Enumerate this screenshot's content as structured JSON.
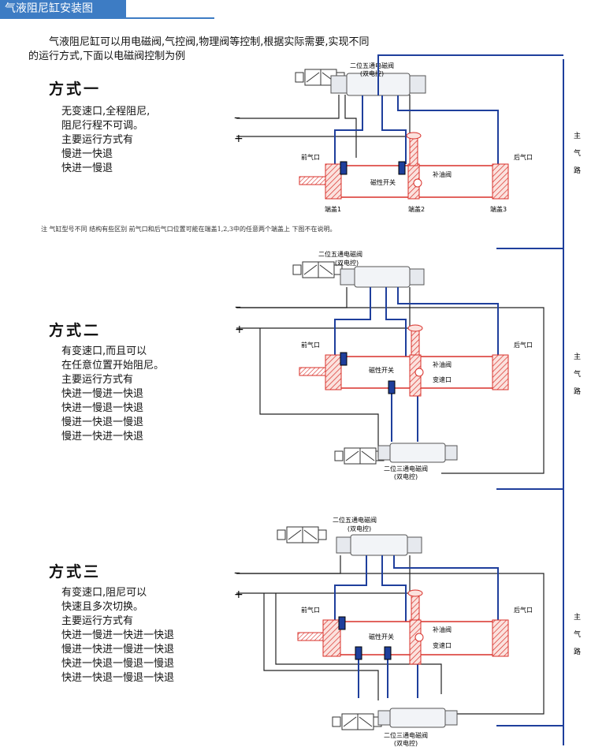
{
  "header": {
    "title": "气液阻尼缸安装图"
  },
  "intro": {
    "line1": "气液阻尼缸可以用电磁阀,气控阀,物理阀等控制,根据实际需要,实现不同",
    "line2": "的运行方式,下面以电磁阀控制为例"
  },
  "modes": [
    {
      "title": "方式一",
      "lines": [
        "无变速口,全程阻尼,",
        "阻尼行程不可调。",
        "主要运行方式有",
        "慢进一快退",
        "快进一慢退"
      ]
    },
    {
      "title": "方式二",
      "lines": [
        "有变速口,而且可以",
        "在任意位置开始阻尼。",
        "主要运行方式有",
        "快进一慢进一快退",
        "快进一慢退一快退",
        "慢进一快退一慢退",
        "慢进一快进一快退"
      ]
    },
    {
      "title": "方式三",
      "lines": [
        "有变速口,阻尼可以",
        "快速且多次切换。",
        "主要运行方式有",
        "快进一慢进一快进一快退",
        "慢进一快进一慢进一快退",
        "快进一快退一慢退一慢退",
        "快进一快退一慢退一快退"
      ]
    }
  ],
  "note": "注   气缸型号不同   结构有些区别   前气口和后气口位置可能在端盖1,2,3中的任意两个端盖上   下图不在说明。",
  "labels": {
    "valve5": "二位五通电磁阀",
    "valve5_sub": "(双电控)",
    "valve3": "二位三通电磁阀",
    "valve3_sub": "(双电控)",
    "front_port": "前气口",
    "rear_port": "后气口",
    "magnetic_switch": "磁性开关",
    "oil_valve": "补油阀",
    "speed_port": "变速口",
    "end_cap1": "端盖1",
    "end_cap2": "端盖2",
    "end_cap3": "端盖3",
    "main_air": "主气路",
    "minus": "–",
    "plus": "+"
  },
  "colors": {
    "header": "#3d7cc4",
    "air_line": "#1f3f9c",
    "cylinder": "#d9302a",
    "black_line": "#222222"
  }
}
